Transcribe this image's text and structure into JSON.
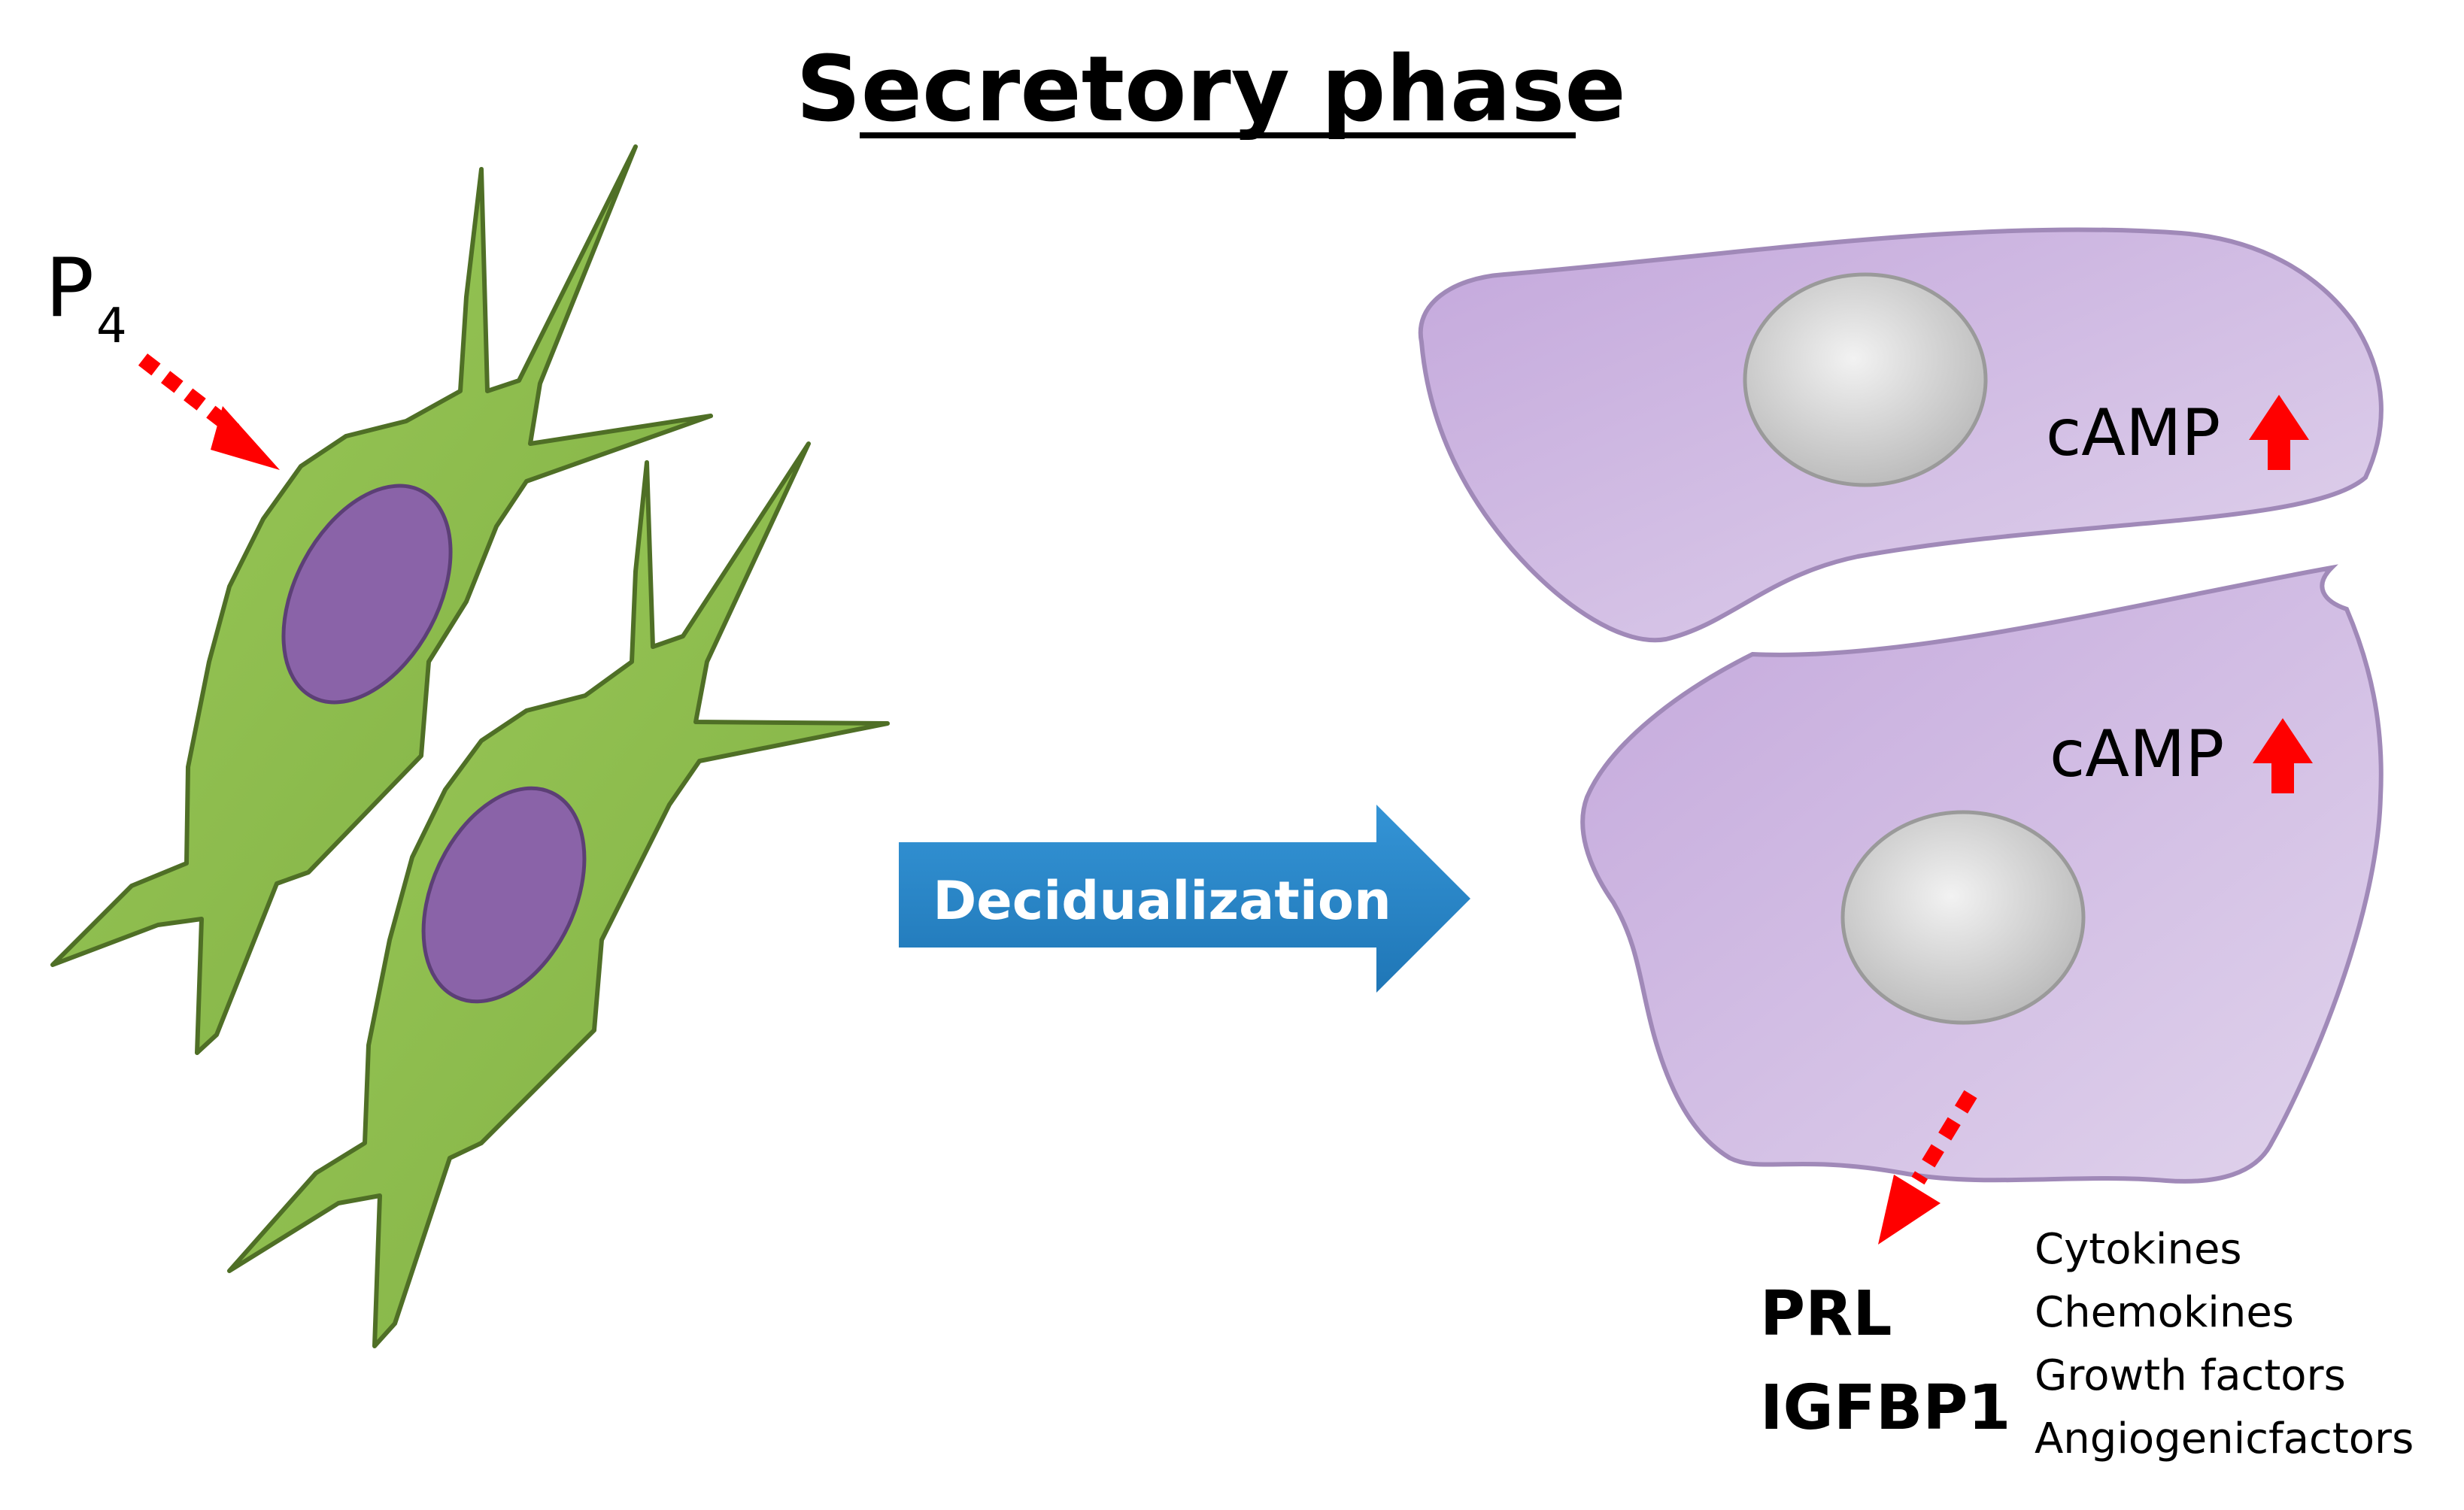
{
  "title": "Secretory phase",
  "hormone": {
    "symbol": "P",
    "subscript": "4"
  },
  "process_arrow": {
    "label": "Decidualization",
    "color": "#2a86c6"
  },
  "decidual_cell_top": {
    "marker": "cAMP"
  },
  "decidual_cell_bottom": {
    "marker": "cAMP"
  },
  "secreted_main": [
    "PRL",
    "IGFBP1"
  ],
  "secreted_factors": [
    "Cytokines",
    "Chemokines",
    "Growth factors",
    "Angiogenicfactors"
  ],
  "colors": {
    "stromal_cell": "#8fbf4e",
    "stromal_cell_edge": "#4f6f26",
    "stromal_nucleus": "#8a63a8",
    "decidual_cell": "#cdb6df",
    "decidual_nucleus": "#d6d6d6",
    "signal_arrow": "#ff0000"
  },
  "icons": [
    "dotted-red-arrow",
    "red-up-arrow",
    "blue-block-arrow"
  ]
}
